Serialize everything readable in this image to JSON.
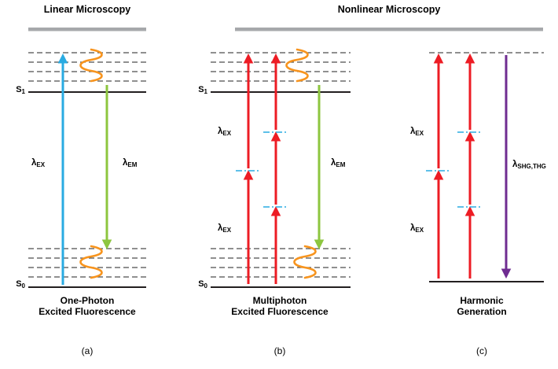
{
  "headers": {
    "linear": "Linear Microscopy",
    "nonlinear": "Nonlinear Microscopy"
  },
  "labels": {
    "s": "S",
    "sub1": "1",
    "sub0": "0",
    "lambda": "λ",
    "sub_ex": "EX",
    "sub_em": "EM",
    "sub_shg": "SHG,THG"
  },
  "panels": {
    "a": {
      "caption1": "One-Photon",
      "caption2": "Excited Fluorescence",
      "tag": "(a)"
    },
    "b": {
      "caption1": "Multiphoton",
      "caption2": "Excited Fluorescence",
      "tag": "(b)"
    },
    "c": {
      "caption1": "Harmonic",
      "caption2": "Generation",
      "tag": "(c)"
    }
  },
  "colors": {
    "excitation_one_photon": "#29ABE2",
    "emission": "#8DC63F",
    "excitation_multiphoton": "#ED1C24",
    "harmonic": "#6F2C91",
    "relaxation": "#F7941E",
    "virtual_level": "#29ABE2",
    "header_bar": "#A6A8AB",
    "level_solid": "#231F20",
    "level_dashed": "#4D4D4D",
    "text": "#000000"
  }
}
